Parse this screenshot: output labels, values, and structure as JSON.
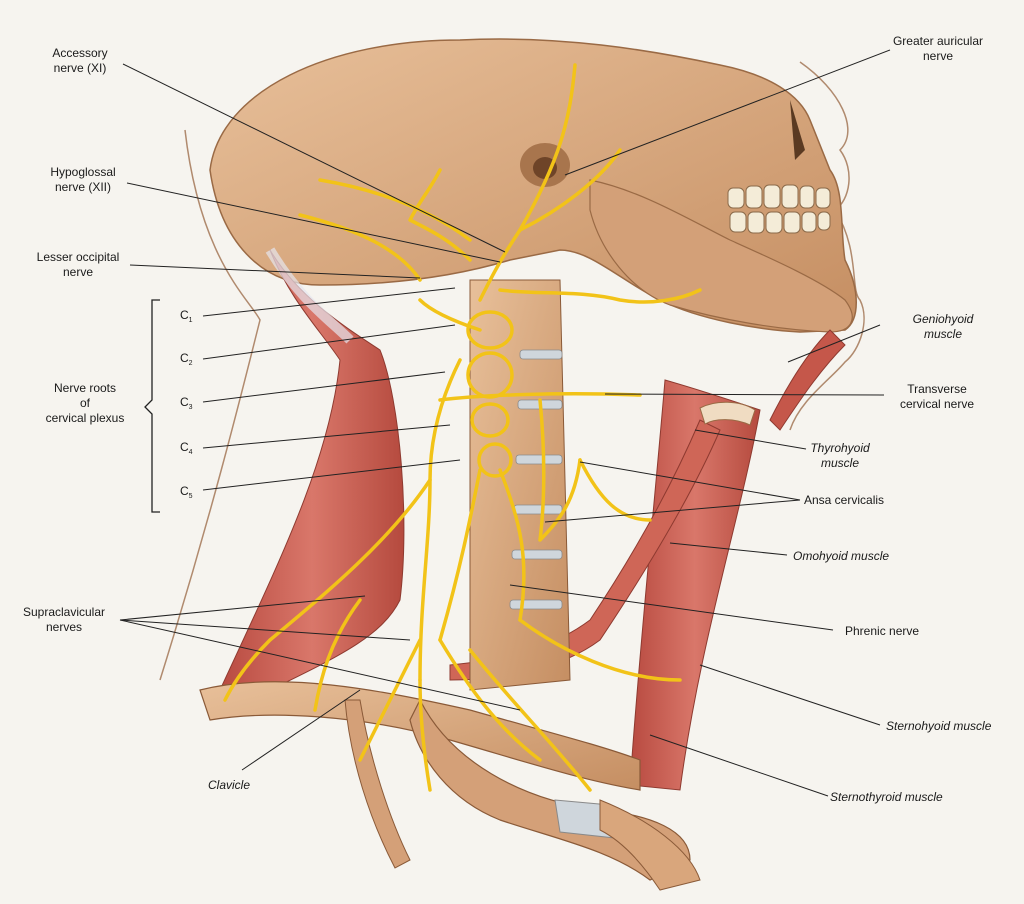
{
  "labels": {
    "accessory": "Accessory\nnerve (XI)",
    "hypoglossal": "Hypoglossal\nnerve (XII)",
    "lesser_occipital": "Lesser occipital\nnerve",
    "c1_main": "C",
    "c1_sub": "1",
    "c2_main": "C",
    "c2_sub": "2",
    "c3_main": "C",
    "c3_sub": "3",
    "c4_main": "C",
    "c4_sub": "4",
    "c5_main": "C",
    "c5_sub": "5",
    "nerve_roots": "Nerve roots\nof\ncervical plexus",
    "supraclavicular": "Supraclavicular\nnerves",
    "clavicle": "Clavicle",
    "greater_auricular": "Greater auricular\nnerve",
    "geniohyoid": "Geniohyoid\nmuscle",
    "transverse_cervical": "Transverse\ncervical nerve",
    "thyrohyoid": "Thyrohyoid\nmuscle",
    "ansa_cervicalis": "Ansa cervicalis",
    "omohyoid": "Omohyoid muscle",
    "phrenic": "Phrenic nerve",
    "sternohyoid": "Sternohyoid muscle",
    "sternothyroid": "Sternothyroid muscle"
  },
  "colors": {
    "nerve": "#f2c318",
    "bone": "#d9a67c",
    "muscle": "#c85a4d",
    "leader": "#222222"
  }
}
